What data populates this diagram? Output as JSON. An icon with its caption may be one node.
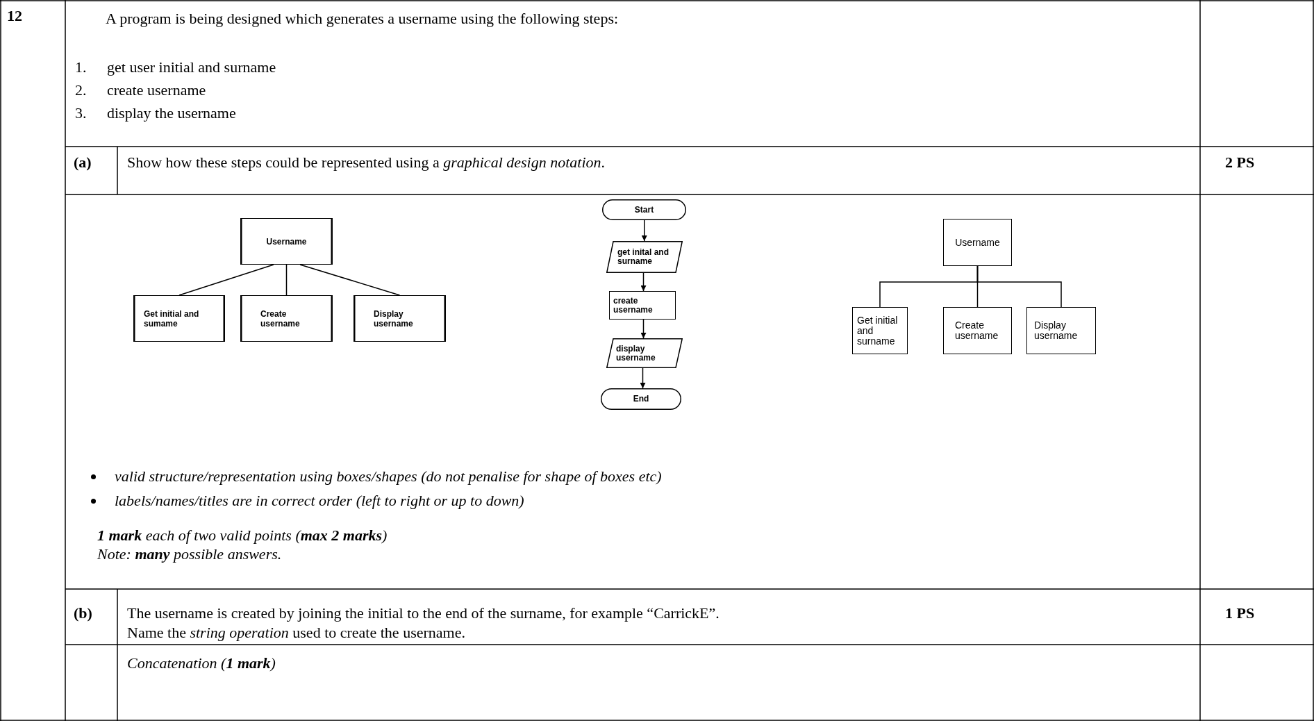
{
  "diagram": {
    "nodes": [
      {
        "text": [
          "Username"
        ]
      },
      {
        "text": [
          "Get initial and sumame"
        ]
      },
      {
        "text": [
          "Create username"
        ]
      },
      {
        "text": [
          "Display username"
        ]
      },
      {
        "text": [
          "Start"
        ]
      },
      {
        "text": [
          "get inital and surname"
        ]
      },
      {
        "text": [
          "create username"
        ]
      },
      {
        "text": [
          "display username"
        ]
      },
      {
        "text": [
          "End"
        ]
      },
      {
        "text": [
          "Username"
        ]
      },
      {
        "text": [
          "Get initial and surname"
        ]
      },
      {
        "text": [
          "Create username"
        ]
      },
      {
        "text": [
          "Display username"
        ]
      }
    ],
    "edges": [
      {
        "from": 0,
        "to": 1,
        "arrow": "none"
      },
      {
        "from": 0,
        "to": 2,
        "arrow": "none"
      },
      {
        "from": 0,
        "to": 3,
        "arrow": "none"
      },
      {
        "from": 4,
        "to": 5,
        "arrow": "to"
      },
      {
        "from": 5,
        "to": 6,
        "arrow": "to"
      },
      {
        "from": 6,
        "to": 7,
        "arrow": "to"
      },
      {
        "from": 7,
        "to": 8,
        "arrow": "to"
      },
      {
        "from": 9,
        "to": 10,
        "arrow": "none"
      },
      {
        "from": 9,
        "to": 11,
        "arrow": "none"
      },
      {
        "from": 9,
        "to": 12,
        "arrow": "none"
      }
    ],
    "labels": [
      "12",
      "A program is being designed which generates a username using the following steps:",
      "1.",
      "get user initial and surname",
      "2.",
      "create username",
      "3.",
      "display the username",
      "(a)",
      "Show how these steps could be represented using a *graphical design notation*.",
      "2 PS",
      "valid structure/representation using boxes/shapes (do not penalise for shape of boxes etc)",
      "labels/names/titles are in correct order (left to right or up to down)",
      "**1 mark** each of two valid points (**max 2 marks**)",
      "Note: **many** possible answers.",
      "(b)",
      "The username is created by joining the initial to the end of the surname, for example “CarrickE”.",
      "Name the *string operation* used to create the username.",
      "1 PS",
      "Concatenation (**1 mark**)"
    ]
  }
}
